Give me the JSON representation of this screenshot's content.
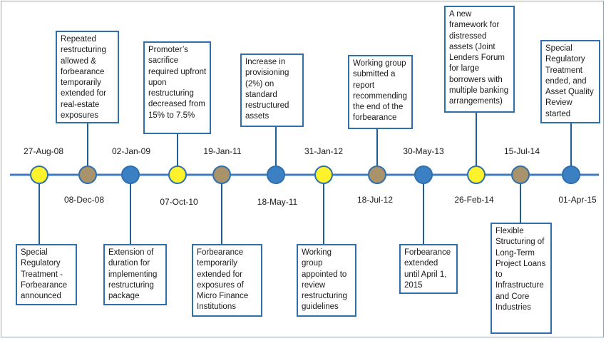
{
  "colors": {
    "axis": "#3d7dc0",
    "connector": "#1f5f96",
    "box_border": "#2e6fae",
    "marker_yellow": "#fdf22c",
    "marker_olive": "#a8936a",
    "marker_blue": "#3a80c3",
    "marker_stroke": "#2e6fae"
  },
  "events": [
    {
      "date": "27-Aug-08",
      "marker": "yellow",
      "note": "Special Regulatory Treatment - Forbearance announced"
    },
    {
      "date": "08-Dec-08",
      "marker": "olive",
      "note": "Repeated restructuring allowed & forbearance temporarily extended for real-estate exposures"
    },
    {
      "date": "02-Jan-09",
      "marker": "blue",
      "note": "Extension of duration for implementing restructuring package"
    },
    {
      "date": "07-Oct-10",
      "marker": "yellow",
      "note": "Promoter’s sacrifice required upfront upon restructuring decreased from 15% to 7.5%"
    },
    {
      "date": "19-Jan-11",
      "marker": "olive",
      "note": "Forbearance temporarily extended for exposures of Micro Finance Institutions"
    },
    {
      "date": "18-May-11",
      "marker": "blue",
      "note": "Increase in provisioning (2%) on standard restructured assets"
    },
    {
      "date": "31-Jan-12",
      "marker": "yellow",
      "note": "Working group appointed to review restructuring guidelines"
    },
    {
      "date": "18-Jul-12",
      "marker": "olive",
      "note": "Working group submitted a report recommending the end of the forbearance"
    },
    {
      "date": "30-May-13",
      "marker": "blue",
      "note": "Forbearance extended until April 1, 2015"
    },
    {
      "date": "26-Feb-14",
      "marker": "yellow",
      "note": "A new framework for distressed assets (Joint Lenders Forum for large borrowers with multiple banking arrangements)"
    },
    {
      "date": "15-Jul-14",
      "marker": "olive",
      "note": "Flexible Structuring of Long-Term Project Loans to Infrastructure and Core Industries"
    },
    {
      "date": "01-Apr-15",
      "marker": "blue",
      "note": "Special Regulatory Treatment ended, and Asset Quality Review started"
    }
  ]
}
